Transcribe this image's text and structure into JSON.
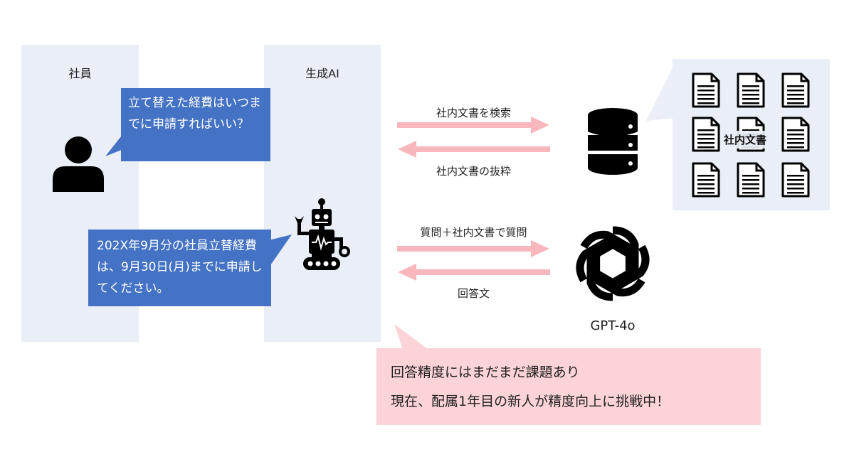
{
  "lanes": {
    "employee_title": "社員",
    "ai_title": "生成AI"
  },
  "bubbles": {
    "question": "立て替えた経費はいつまでに申請すればいい？",
    "answer": "202X年9月分の社員立替経費は、9月30日(月)までに申請してください。"
  },
  "flows": {
    "search": "社内文書を検索",
    "extract": "社内文書の抜粋",
    "query": "質問＋社内文書で質問",
    "reply": "回答文"
  },
  "docs": {
    "label": "社内文書"
  },
  "llm": {
    "name": "GPT-4o"
  },
  "note": {
    "line1": "回答精度にはまだまだ課題あり",
    "line2": "現在、配属1年目の新人が精度向上に挑戦中！"
  },
  "colors": {
    "lane": "#e9eef7",
    "bubble": "#4472c4",
    "arrow": "#f7b7bc",
    "callout": "#fcd3d6"
  },
  "icons": {
    "person": "person-icon",
    "robot": "robot-icon",
    "database": "database-icon",
    "document": "document-icon",
    "model": "openai-logo-icon"
  }
}
